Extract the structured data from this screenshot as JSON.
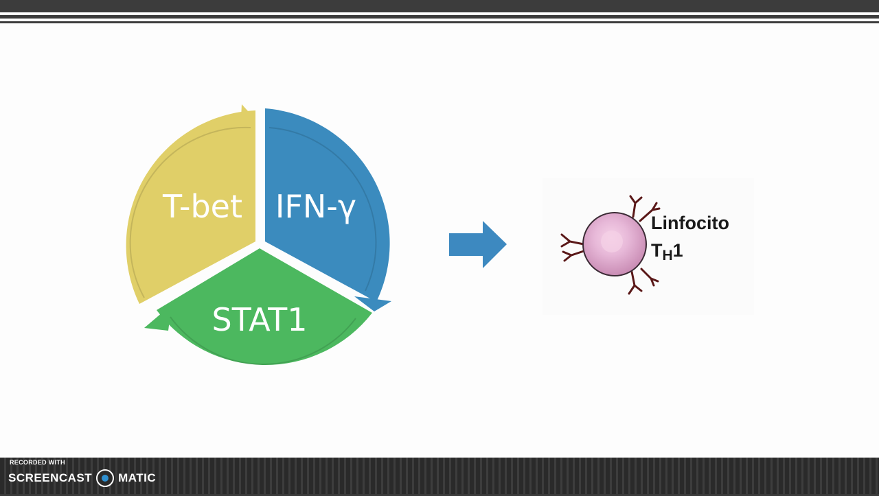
{
  "cycle": {
    "segments": [
      {
        "label": "T-bet",
        "color": "#e0cf68"
      },
      {
        "label": "IFN-γ",
        "color": "#3b8bbe"
      },
      {
        "label": "STAT1",
        "color": "#4cb85f"
      }
    ]
  },
  "arrow": {
    "color": "#3d89c0"
  },
  "cell": {
    "label_line1": "Linfocito",
    "label_line2_main": "T",
    "label_line2_sub": "H",
    "label_line2_end": "1",
    "body_color": "#e3b6d6",
    "receptor_color": "#5a1818"
  },
  "watermark": {
    "recorded_with": "RECORDED WITH",
    "brand_left": "SCREENCAST",
    "brand_right": "MATIC"
  }
}
